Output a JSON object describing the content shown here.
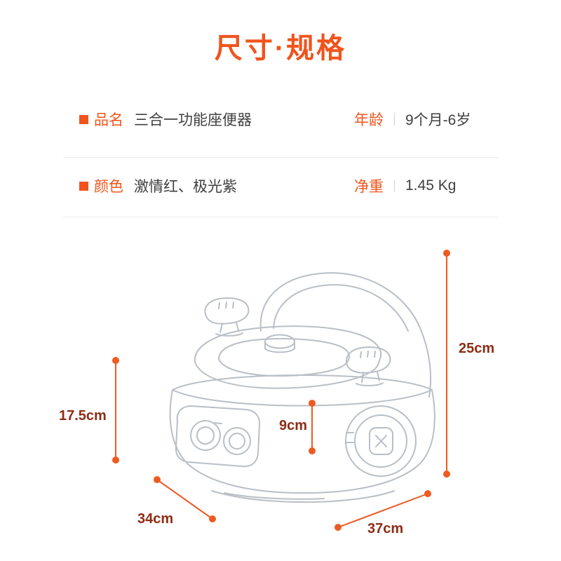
{
  "page": {
    "title": "尺寸·规格"
  },
  "specs": {
    "rows": [
      {
        "left": {
          "label": "品名",
          "value": "三合一功能座便器"
        },
        "right": {
          "label": "年龄",
          "value": "9个月-6岁"
        }
      },
      {
        "left": {
          "label": "颜色",
          "value": "激情红、极光紫"
        },
        "right": {
          "label": "净重",
          "value": "1.45 Kg"
        }
      }
    ]
  },
  "dimensions": {
    "back_height": "25cm",
    "seat_height": "17.5cm",
    "bowl_depth": "9cm",
    "width": "34cm",
    "depth": "37cm"
  },
  "colors": {
    "accent_orange": "#f0541c",
    "dimension_text": "#8e2c15",
    "value_text": "#3f3f3f",
    "line_art": "#b9bfc6",
    "divider": "#e9e9e9"
  }
}
